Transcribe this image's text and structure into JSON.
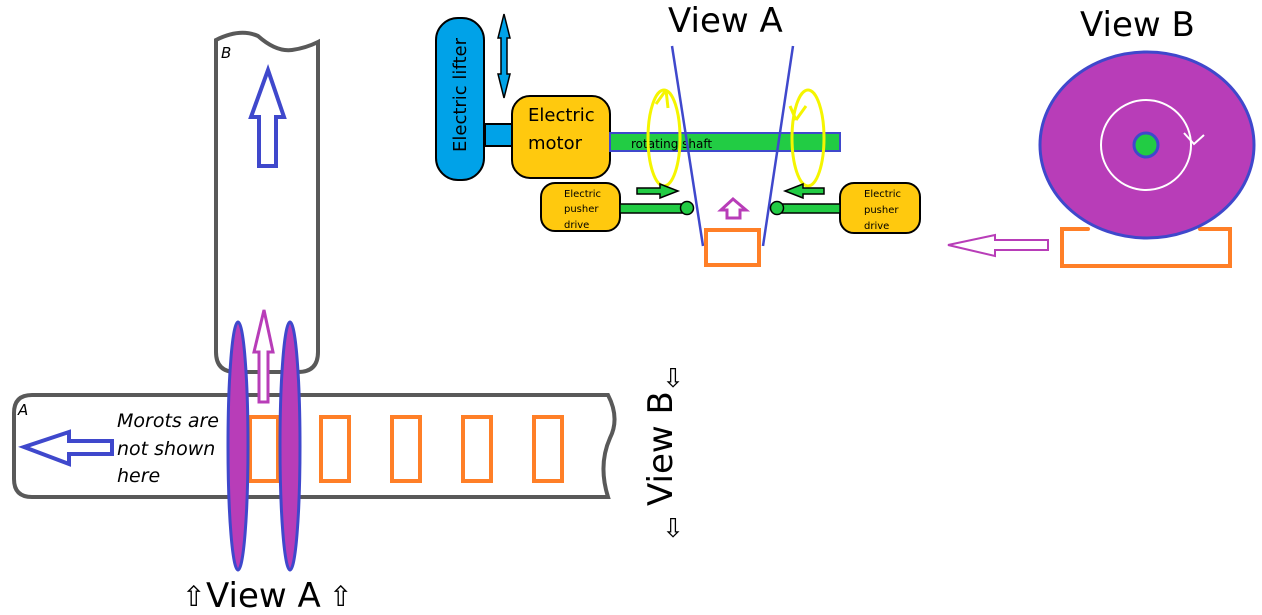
{
  "conveyor_b": {
    "label": "B"
  },
  "conveyor_a": {
    "label": "A",
    "note": [
      "Morots are",
      "not shown",
      "here"
    ]
  },
  "view_a_marker": {
    "label": "View A",
    "left_arrow": "⇧",
    "right_arrow": "⇧"
  },
  "view_b_marker": {
    "label": "View B",
    "left_arrow": "⇧",
    "right_arrow": "⇧"
  },
  "side_view": {
    "title": "View A",
    "lifter": "Electric lifter",
    "motor": [
      "Electric",
      "motor"
    ],
    "shaft": "rotating shaft",
    "pusher_left": [
      "Electric",
      "pusher",
      "drive"
    ],
    "pusher_right": [
      "Electric",
      "pusher",
      "drive"
    ]
  },
  "end_view": {
    "title": "View B"
  },
  "colors": {
    "belt_outline": "#595959",
    "flow_arrow": "#3f48cc",
    "disc_fill": "#b83db8",
    "disc_edge": "#3f48cc",
    "carrot_slot": "#ff7f27",
    "lifter": "#00a2e8",
    "motor": "#ffc90e",
    "shaft": "#22cc44",
    "rotation": "#f5f500"
  }
}
